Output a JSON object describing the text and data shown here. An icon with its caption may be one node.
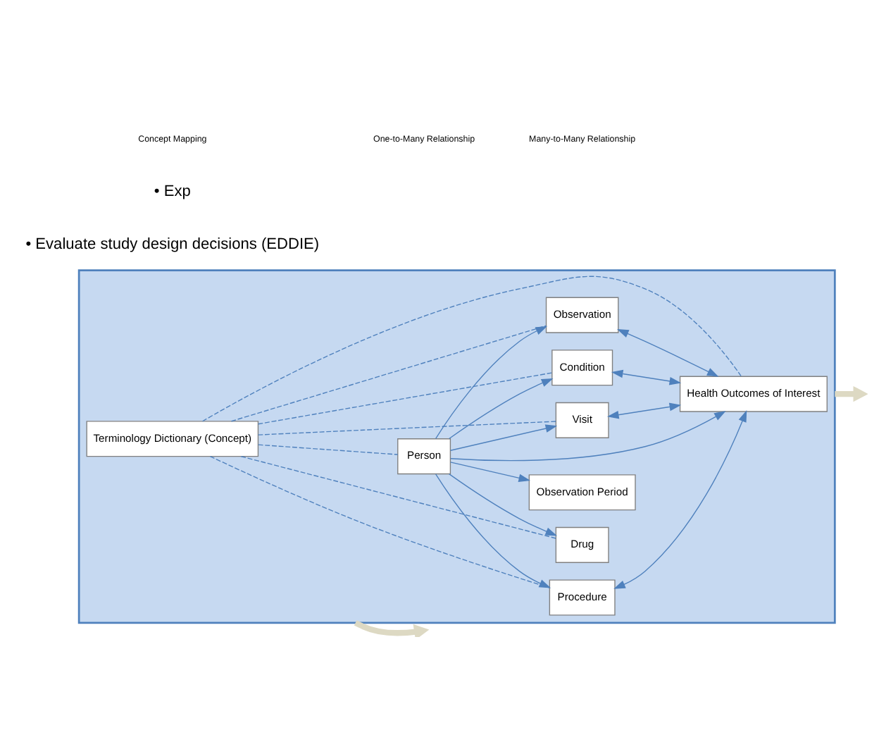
{
  "diagram": {
    "nodes": [
      {
        "text": [],
        "shape": "box"
      },
      {
        "text": [
          "Terminology Dictionary (Concept)"
        ],
        "in": 0
      },
      {
        "text": [
          "Person"
        ],
        "in": 0
      },
      {
        "text": [
          "Observation Period"
        ],
        "in": 0
      },
      {
        "text": [
          "Drug"
        ],
        "in": 0
      },
      {
        "text": [
          "Condition"
        ],
        "in": 0
      },
      {
        "text": [
          "Observation"
        ],
        "in": 0
      },
      {
        "text": [
          "Procedure"
        ],
        "in": 0
      },
      {
        "text": [
          "Visit"
        ],
        "in": 0
      },
      {
        "text": [
          "Health Outcomes of Interest"
        ],
        "in": 0
      }
    ],
    "edges": [
      {
        "from": 0,
        "to": null,
        "arrow": "to",
        "style": "thick",
        "color": "#ddd9c3"
      },
      {
        "from": 0,
        "to": null,
        "arrow": "to",
        "style": "thick",
        "color": "#ddd9c3"
      },
      {
        "from": 1,
        "to": 2,
        "arrow": "none",
        "style": "dashed"
      },
      {
        "from": 1,
        "to": 4,
        "arrow": "none",
        "style": "dashed"
      },
      {
        "from": 1,
        "to": 5,
        "arrow": "none",
        "style": "dashed"
      },
      {
        "from": 1,
        "to": 6,
        "arrow": "none",
        "style": "dashed"
      },
      {
        "from": 1,
        "to": 7,
        "arrow": "none",
        "style": "dashed"
      },
      {
        "from": 1,
        "to": 8,
        "arrow": "none",
        "style": "dashed"
      },
      {
        "from": 1,
        "to": 9,
        "arrow": "none",
        "style": "dashed"
      },
      {
        "from": 2,
        "to": 3,
        "arrow": "to"
      },
      {
        "from": 2,
        "to": 4,
        "arrow": "to"
      },
      {
        "from": 2,
        "to": 5,
        "arrow": "to"
      },
      {
        "from": 2,
        "to": 6,
        "arrow": "to"
      },
      {
        "from": 2,
        "to": 7,
        "arrow": "to"
      },
      {
        "from": 2,
        "to": 8,
        "arrow": "to"
      },
      {
        "from": 2,
        "to": 9,
        "arrow": "to"
      },
      {
        "from": 5,
        "to": 9,
        "arrow": "both"
      },
      {
        "from": 6,
        "to": 9,
        "arrow": "both"
      },
      {
        "from": 7,
        "to": 9,
        "arrow": "both"
      },
      {
        "from": 8,
        "to": 9,
        "arrow": "both"
      }
    ],
    "labels": [
      "• Evaluate study design decisions (EDDIE)",
      "• Exp"
    ],
    "legend": [
      {
        "text": "Concept Mapping"
      },
      {
        "text": "One-to-Many Relationship"
      },
      {
        "text": "Many-to-Many Relationship"
      }
    ]
  }
}
